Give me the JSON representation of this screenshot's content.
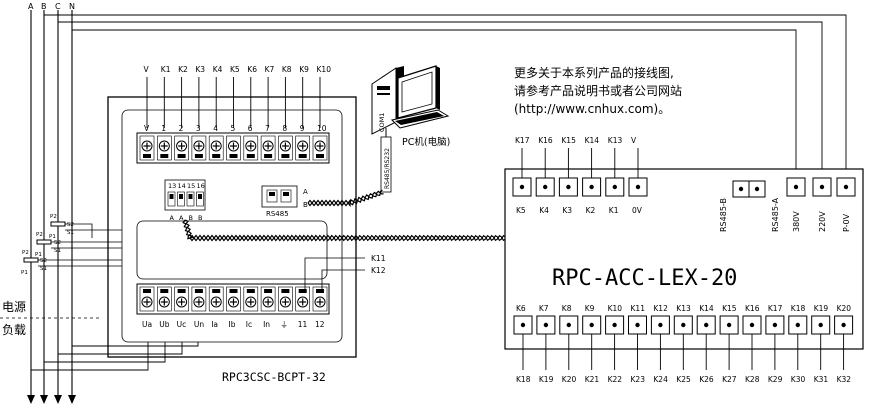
{
  "phases": [
    "A",
    "B",
    "C",
    "N"
  ],
  "left_labels": {
    "source": "电源",
    "load": "负载"
  },
  "ct_labels": {
    "p1": "P1",
    "p2": "P2",
    "s1": "S1",
    "s2": "S2"
  },
  "meter": {
    "model": "RPC3CSC-BCPT-32",
    "top_outer_labels": [
      "V",
      "K1",
      "K2",
      "K3",
      "K4",
      "K5",
      "K6",
      "K7",
      "K8",
      "K9",
      "K10"
    ],
    "top_inner_labels": [
      "V",
      "1",
      "2",
      "3",
      "4",
      "5",
      "6",
      "7",
      "8",
      "9",
      "10"
    ],
    "bottom_labels": [
      "Ua",
      "Ub",
      "Uc",
      "Un",
      "Ia",
      "Ib",
      "Ic",
      "In",
      "⏚",
      "11",
      "12"
    ],
    "k11": "K11",
    "k12": "K12",
    "aux_numbers": [
      "13",
      "14",
      "15",
      "16"
    ],
    "aux_letters": [
      "A",
      "A",
      "B",
      "B"
    ],
    "rs485_label": "RS485",
    "dip_a": "A",
    "dip_b": "B"
  },
  "pc": {
    "label": "PC机(电脑)",
    "com_label": "COM1",
    "converter_label": "RS485/RS232"
  },
  "note": {
    "line1": "更多关于本系列产品的接线图,",
    "line2": "请参考产品说明书或者公司网站",
    "line3": "(http://www.cnhux.com)。"
  },
  "controller": {
    "model": "RPC-ACC-LEX-20",
    "top_terms_outer": [
      "K17",
      "K16",
      "K15",
      "K14",
      "K13",
      "V"
    ],
    "top_terms_inner": [
      "K5",
      "K4",
      "K3",
      "K2",
      "K1",
      "0V"
    ],
    "rs485b": "RS485-B",
    "rs485a": "RS485-A",
    "power_labels": [
      "380V",
      "220V",
      "P-0V"
    ],
    "bottom_inner": [
      "K6",
      "K7",
      "K8",
      "K9",
      "K10",
      "K11",
      "K12",
      "K13",
      "K14",
      "K15",
      "K16",
      "K17",
      "K18",
      "K19",
      "K20"
    ],
    "bottom_outer": [
      "K18",
      "K19",
      "K20",
      "K21",
      "K22",
      "K23",
      "K24",
      "K25",
      "K26",
      "K27",
      "K28",
      "K29",
      "K30",
      "K31",
      "K32"
    ]
  }
}
